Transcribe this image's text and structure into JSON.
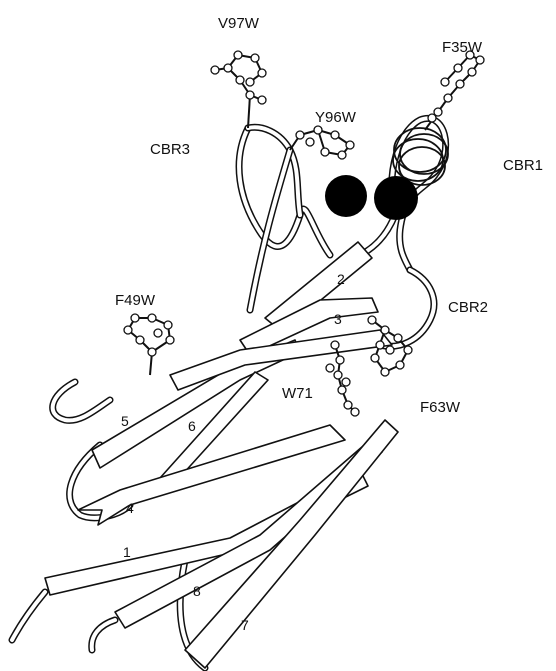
{
  "colors": {
    "ink": "#111111",
    "background": "#ffffff",
    "ion": "#000000"
  },
  "labels": {
    "v97w": "V97W",
    "f35w": "F35W",
    "y96w": "Y96W",
    "cbr3": "CBR3",
    "cbr1": "CBR1",
    "cbr2": "CBR2",
    "f49w": "F49W",
    "w71": "W71",
    "f63w": "F63W"
  },
  "strands": {
    "s1": "1",
    "s2": "2",
    "s3": "3",
    "s4": "4",
    "s5": "5",
    "s6": "6",
    "s7": "7",
    "s8": "8"
  }
}
